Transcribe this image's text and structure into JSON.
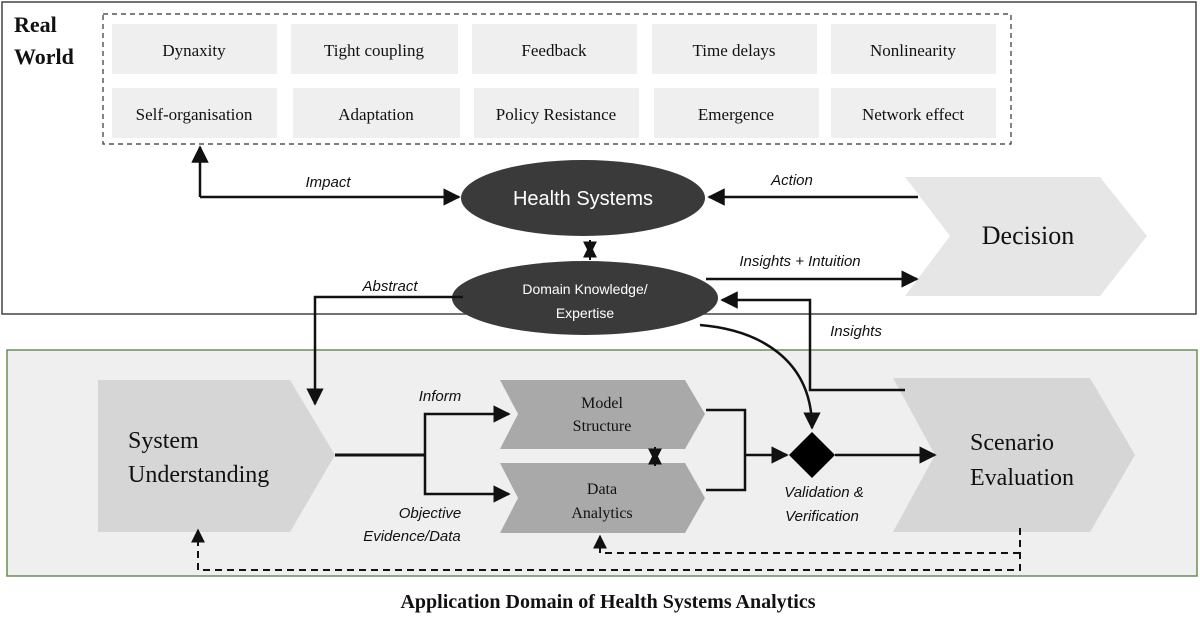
{
  "real_world": {
    "label_line1": "Real",
    "label_line2": "World",
    "properties": [
      "Dynaxity",
      "Tight coupling",
      "Feedback",
      "Time delays",
      "Nonlinearity",
      "Self-organisation",
      "Adaptation",
      "Policy Resistance",
      "Emergence",
      "Network effect"
    ]
  },
  "nodes": {
    "health_systems": "Health Systems",
    "domain_knowledge_line1": "Domain Knowledge/",
    "domain_knowledge_line2": "Expertise",
    "decision": "Decision",
    "system_understanding_line1": "System",
    "system_understanding_line2": "Understanding",
    "model_structure_line1": "Model",
    "model_structure_line2": "Structure",
    "data_analytics_line1": "Data",
    "data_analytics_line2": "Analytics",
    "scenario_evaluation_line1": "Scenario",
    "scenario_evaluation_line2": "Evaluation"
  },
  "edges": {
    "impact": "Impact",
    "action": "Action",
    "insights_intuition": "Insights + Intuition",
    "abstract": "Abstract",
    "insights": "Insights",
    "inform": "Inform",
    "objective_line1": "Objective",
    "objective_line2": "Evidence/Data",
    "validation_line1": "Validation &",
    "validation_line2": "Verification"
  },
  "caption": "Application Domain of Health Systems Analytics"
}
